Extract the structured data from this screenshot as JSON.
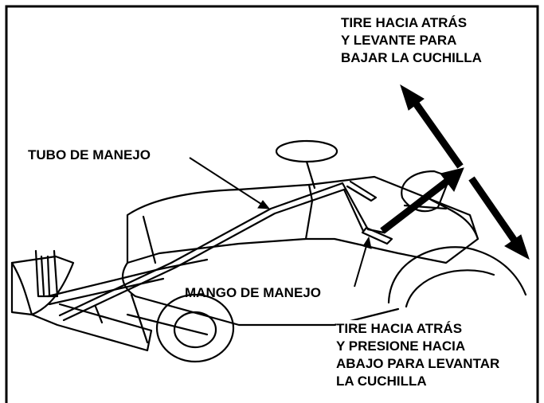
{
  "labels": {
    "raise_arrow": [
      "TIRE HACIA ATRÁS",
      "Y LEVANTE PARA",
      "BAJAR LA CUCHILLA"
    ],
    "control_tube": "TUBO DE MANEJO",
    "control_handle": "MANGO DE MANEJO",
    "lower_arrow": [
      "TIRE HACIA ATRÁS",
      "Y PRESIONE HACIA",
      "ABAJO PARA LEVANTAR",
      "LA CUCHILLA"
    ]
  }
}
